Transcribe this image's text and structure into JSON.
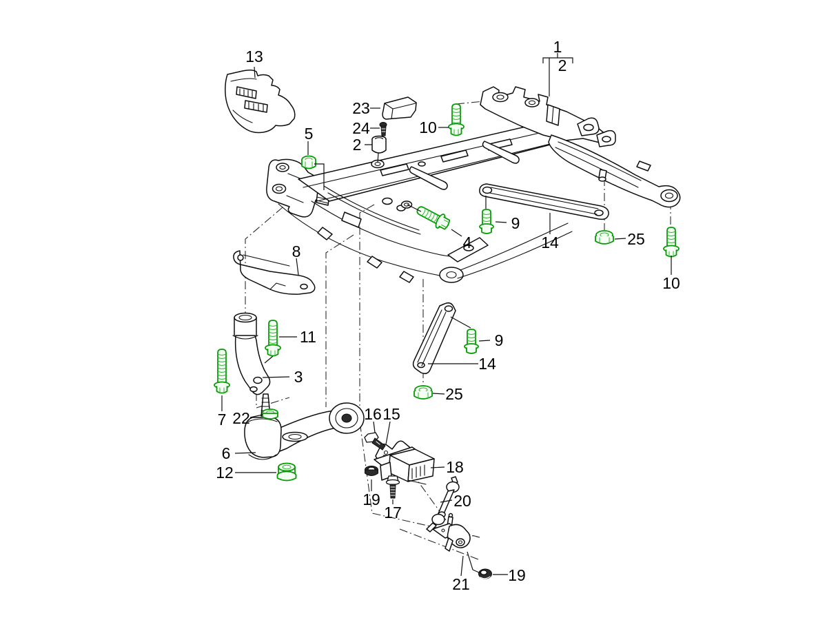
{
  "figure": {
    "background": "#ffffff",
    "line_color": "#0d0d0d",
    "highlight_color": "#079a07",
    "callouts": [
      {
        "part": "13",
        "label": "13"
      },
      {
        "part": "5",
        "label": "5"
      },
      {
        "part": "23",
        "label": "23"
      },
      {
        "part": "24",
        "label": "24"
      },
      {
        "part": "2-bushing",
        "label": "2"
      },
      {
        "part": "10-left",
        "label": "10"
      },
      {
        "part": "1",
        "label": "1"
      },
      {
        "part": "2-group",
        "label": "2"
      },
      {
        "part": "4",
        "label": "4"
      },
      {
        "part": "9-upper",
        "label": "9"
      },
      {
        "part": "14-upper",
        "label": "14"
      },
      {
        "part": "25-right",
        "label": "25"
      },
      {
        "part": "10-right",
        "label": "10"
      },
      {
        "part": "8",
        "label": "8"
      },
      {
        "part": "11",
        "label": "11"
      },
      {
        "part": "3",
        "label": "3"
      },
      {
        "part": "7",
        "label": "7"
      },
      {
        "part": "22",
        "label": "22"
      },
      {
        "part": "6",
        "label": "6"
      },
      {
        "part": "12",
        "label": "12"
      },
      {
        "part": "16",
        "label": "16"
      },
      {
        "part": "15",
        "label": "15"
      },
      {
        "part": "19-left",
        "label": "19"
      },
      {
        "part": "17",
        "label": "17"
      },
      {
        "part": "18",
        "label": "18"
      },
      {
        "part": "20",
        "label": "20"
      },
      {
        "part": "21",
        "label": "21"
      },
      {
        "part": "9-lower",
        "label": "9"
      },
      {
        "part": "14-lower",
        "label": "14"
      },
      {
        "part": "25-center",
        "label": "25"
      },
      {
        "part": "19-right",
        "label": "19"
      }
    ]
  }
}
